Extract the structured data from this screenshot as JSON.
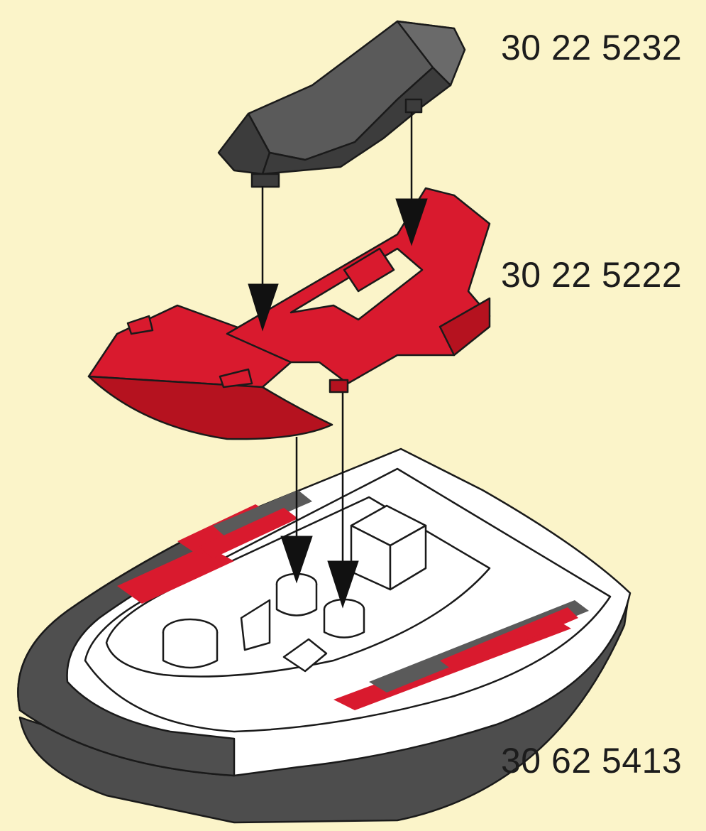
{
  "background_color": "#fbf4c9",
  "colors": {
    "red_part": "#d91a2e",
    "red_shadow": "#b5121f",
    "gray_part": "#555555",
    "gray_dark": "#3a3a3a",
    "hull_white": "#ffffff",
    "outline": "#1a1a1a"
  },
  "parts": [
    {
      "id": "seat",
      "number": "30 22 5232"
    },
    {
      "id": "console",
      "number": "30 22 5222"
    },
    {
      "id": "hull",
      "number": "30 62 5413"
    }
  ],
  "assembly_arrows": [
    {
      "from": "seat",
      "to": "console"
    },
    {
      "from": "seat",
      "to": "console"
    },
    {
      "from": "console",
      "to": "hull"
    },
    {
      "from": "console",
      "to": "hull"
    }
  ]
}
